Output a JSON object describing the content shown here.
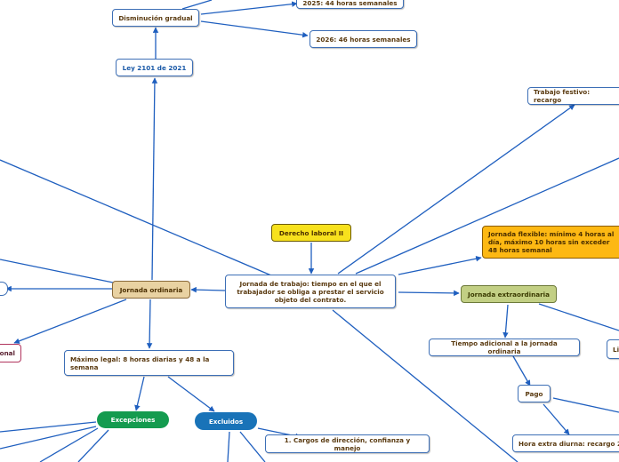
{
  "nodes": {
    "disminucion": "Disminución gradual",
    "h44": "2025: 44 horas semanales",
    "h46": "2026: 46 horas semanales",
    "ley": "Ley 2101 de 2021",
    "festivo": "Trabajo festivo: recargo",
    "derecho": "Derecho laboral II",
    "jornada_def": "Jornada de trabajo: tiempo en el que el trabajador se obliga a prestar el servicio objeto del contrato.",
    "flexible": "Jornada flexible: mínimo 4 horas al día, máximo 10 horas sin exceder 48 horas semanal",
    "ordinaria": "Jornada ordinaria",
    "extra": "Jornada extraordinaria",
    "nal": "onal",
    "maximo": "Máximo legal: 8 horas diarias y 48 a la semana",
    "adicional": "Tiempo adicional a la jornada ordinaria",
    "li": "Li",
    "pago": "Pago",
    "diurna": "Hora extra diurna: recargo 2",
    "excepciones": "Excepciones",
    "excluidos": "Excluidos",
    "cargos": "1. Cargos de dirección, confianza y manejo"
  },
  "colors": {
    "line": "#1f5fbf",
    "yellow": "#f7e11d",
    "orange": "#fdb813",
    "tan": "#e9d2a2",
    "olive": "#c2cf84",
    "green": "#149b4f",
    "teal": "#1973b8"
  }
}
